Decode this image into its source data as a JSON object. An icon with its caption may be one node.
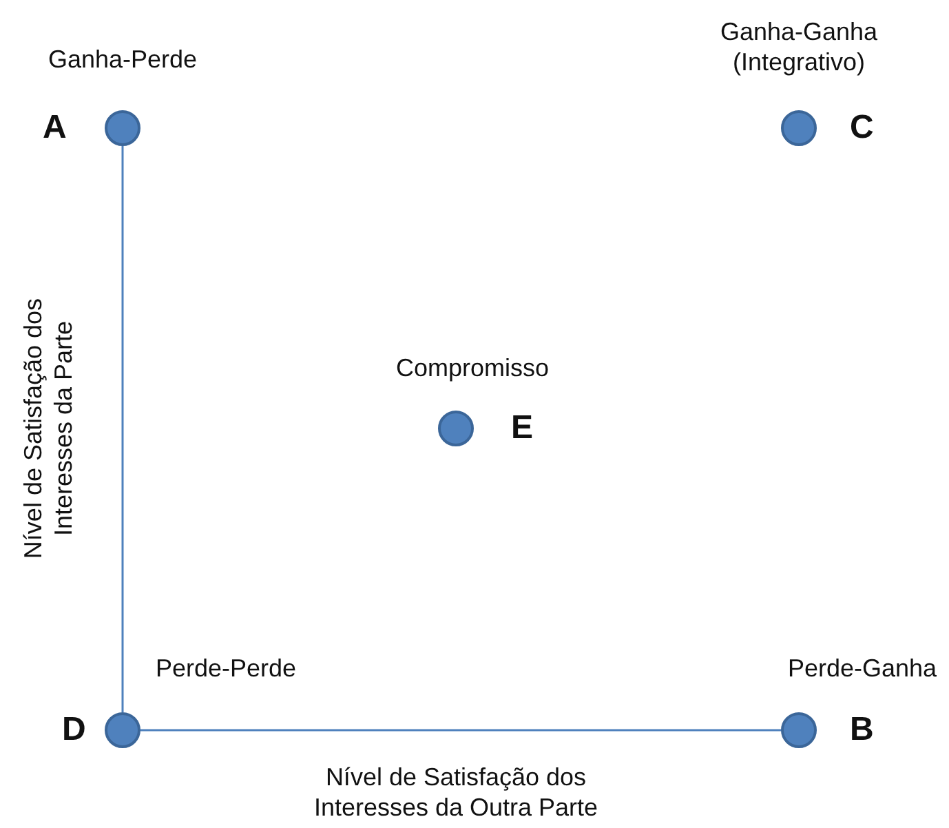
{
  "diagram": {
    "nodes": [
      {
        "text": [],
        "shape": "circle",
        "beside": [
          "Ganha-Perde",
          "A"
        ]
      },
      {
        "text": [],
        "shape": "circle",
        "beside": [
          "Ganha-Ganha (Integrativo)",
          "C"
        ]
      },
      {
        "text": [],
        "shape": "circle",
        "beside": [
          "Compromisso",
          "E"
        ]
      },
      {
        "text": [],
        "shape": "circle",
        "beside": [
          "Perde-Perde",
          "D"
        ]
      },
      {
        "text": [],
        "shape": "circle",
        "beside": [
          "Perde-Ganha",
          "B"
        ]
      }
    ],
    "edges": [
      {
        "from": 0,
        "to": 3,
        "arrow": "none"
      },
      {
        "from": 3,
        "to": 4,
        "arrow": "none"
      }
    ],
    "labels": [
      "Nível de Satisfação dos Interesses da Parte",
      "Nível de Satisfação dos Interesses da Outra Parte"
    ]
  }
}
